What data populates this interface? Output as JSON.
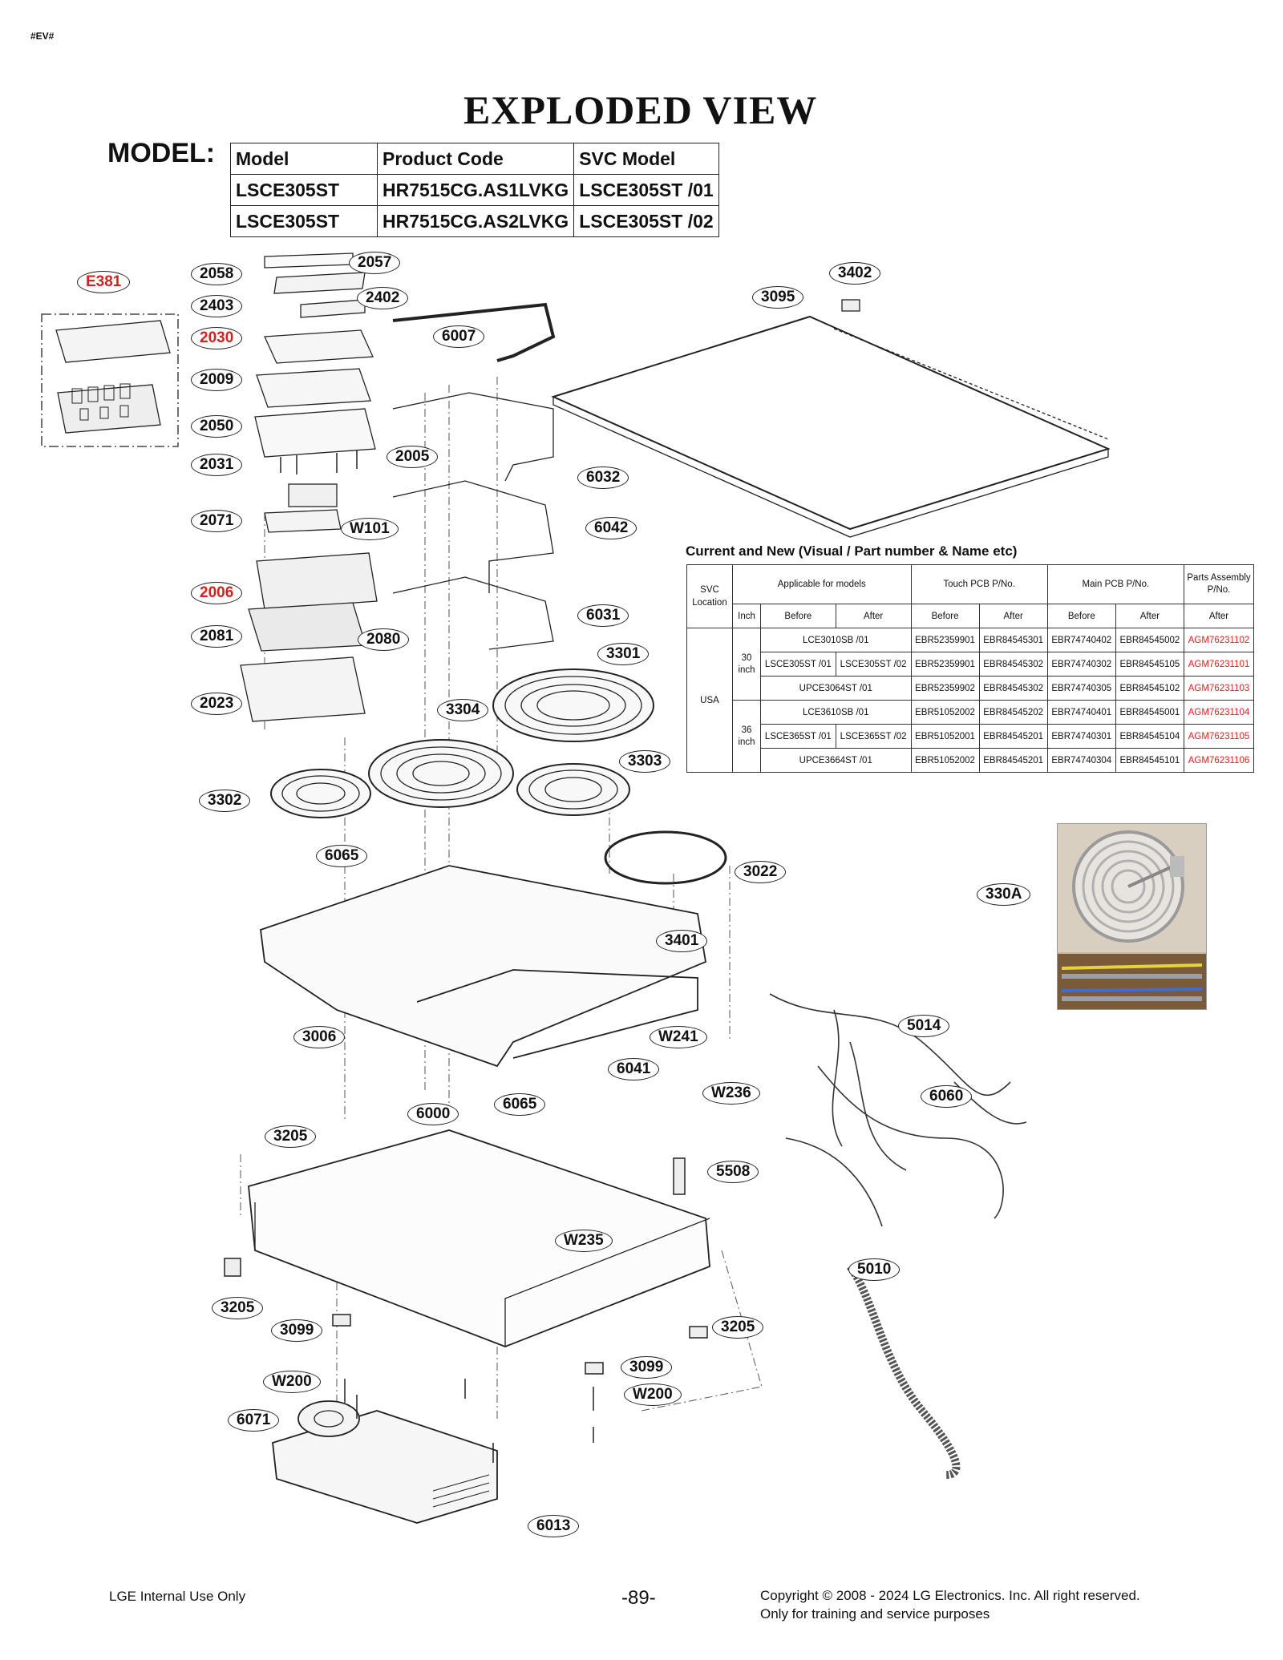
{
  "header_tag": "#EV#",
  "title": "EXPLODED VIEW",
  "model_label": "MODEL:",
  "model_table": {
    "headers": [
      "Model",
      "Product Code",
      "SVC Model"
    ],
    "rows": [
      [
        "LSCE305ST",
        "HR7515CG.AS1LVKG",
        "LSCE305ST /01"
      ],
      [
        "LSCE305ST",
        "HR7515CG.AS2LVKG",
        "LSCE305ST /02"
      ]
    ]
  },
  "parts_table": {
    "title": "Current and New (Visual  /  Part number & Name etc)",
    "h_svc_location": "SVC Location",
    "h_applicable": "Applicable for models",
    "h_touch_pcb": "Touch PCB P/No.",
    "h_main_pcb": "Main PCB P/No.",
    "h_parts_assembly": "Parts Assembly P/No.",
    "h_inch": "Inch",
    "h_before": "Before",
    "h_after": "After",
    "location": "USA",
    "inch_30": "30 inch",
    "inch_36": "36 inch",
    "rows": [
      {
        "model": "LCE3010SB /01",
        "touch_before": "EBR52359901",
        "touch_after": "EBR84545301",
        "main_before": "EBR74740402",
        "main_after": "EBR84545002",
        "assembly": "AGM76231102"
      },
      {
        "model_before": "LSCE305ST /01",
        "model_after": "LSCE305ST /02",
        "touch_before": "EBR52359901",
        "touch_after": "EBR84545302",
        "main_before": "EBR74740302",
        "main_after": "EBR84545105",
        "assembly": "AGM76231101"
      },
      {
        "model": "UPCE3064ST /01",
        "touch_before": "EBR52359902",
        "touch_after": "EBR84545302",
        "main_before": "EBR74740305",
        "main_after": "EBR84545102",
        "assembly": "AGM76231103"
      },
      {
        "model": "LCE3610SB /01",
        "touch_before": "EBR51052002",
        "touch_after": "EBR84545202",
        "main_before": "EBR74740401",
        "main_after": "EBR84545001",
        "assembly": "AGM76231104"
      },
      {
        "model_before": "LSCE365ST /01",
        "model_after": "LSCE365ST /02",
        "touch_before": "EBR51052001",
        "touch_after": "EBR84545201",
        "main_before": "EBR74740301",
        "main_after": "EBR84545104",
        "assembly": "AGM76231105"
      },
      {
        "model": "UPCE3664ST /01",
        "touch_before": "EBR51052002",
        "touch_after": "EBR84545201",
        "main_before": "EBR74740304",
        "main_after": "EBR84545101",
        "assembly": "AGM76231106"
      }
    ]
  },
  "part_labels": {
    "E381": "E381",
    "p2058": "2058",
    "p2057": "2057",
    "p2403": "2403",
    "p2402": "2402",
    "p2030": "2030",
    "p6007": "6007",
    "p2009": "2009",
    "p2050": "2050",
    "p2005": "2005",
    "p2031": "2031",
    "p6032": "6032",
    "p2071": "2071",
    "W101": "W101",
    "p6042": "6042",
    "p2006": "2006",
    "p6031": "6031",
    "p2081": "2081",
    "p2080": "2080",
    "p3301": "3301",
    "p2023": "2023",
    "p3304": "3304",
    "p3303": "3303",
    "p3302": "3302",
    "p6065a": "6065",
    "p3022": "3022",
    "p330A": "330A",
    "p3401": "3401",
    "p3006": "3006",
    "W241": "W241",
    "p5014": "5014",
    "p6041": "6041",
    "W236": "W236",
    "p6060": "6060",
    "p6065b": "6065",
    "p6000": "6000",
    "p3205a": "3205",
    "p5508": "5508",
    "W235": "W235",
    "p5010": "5010",
    "p3205b": "3205",
    "p3099a": "3099",
    "p3205c": "3205",
    "p3099b": "3099",
    "W200a": "W200",
    "W200b": "W200",
    "p6071": "6071",
    "p6013": "6013",
    "p3402": "3402",
    "p3095": "3095"
  },
  "red_labels": [
    "E381",
    "p2030",
    "p2006"
  ],
  "footer": {
    "left": "LGE Internal Use Only",
    "page": "-89-",
    "copyright": "Copyright © 2008 - 2024 LG Electronics. Inc. All right reserved.",
    "notice": "Only for training and service purposes"
  },
  "colors": {
    "red_label": "#d22222",
    "line": "#222222",
    "photo_bg": "#c9b89a"
  }
}
